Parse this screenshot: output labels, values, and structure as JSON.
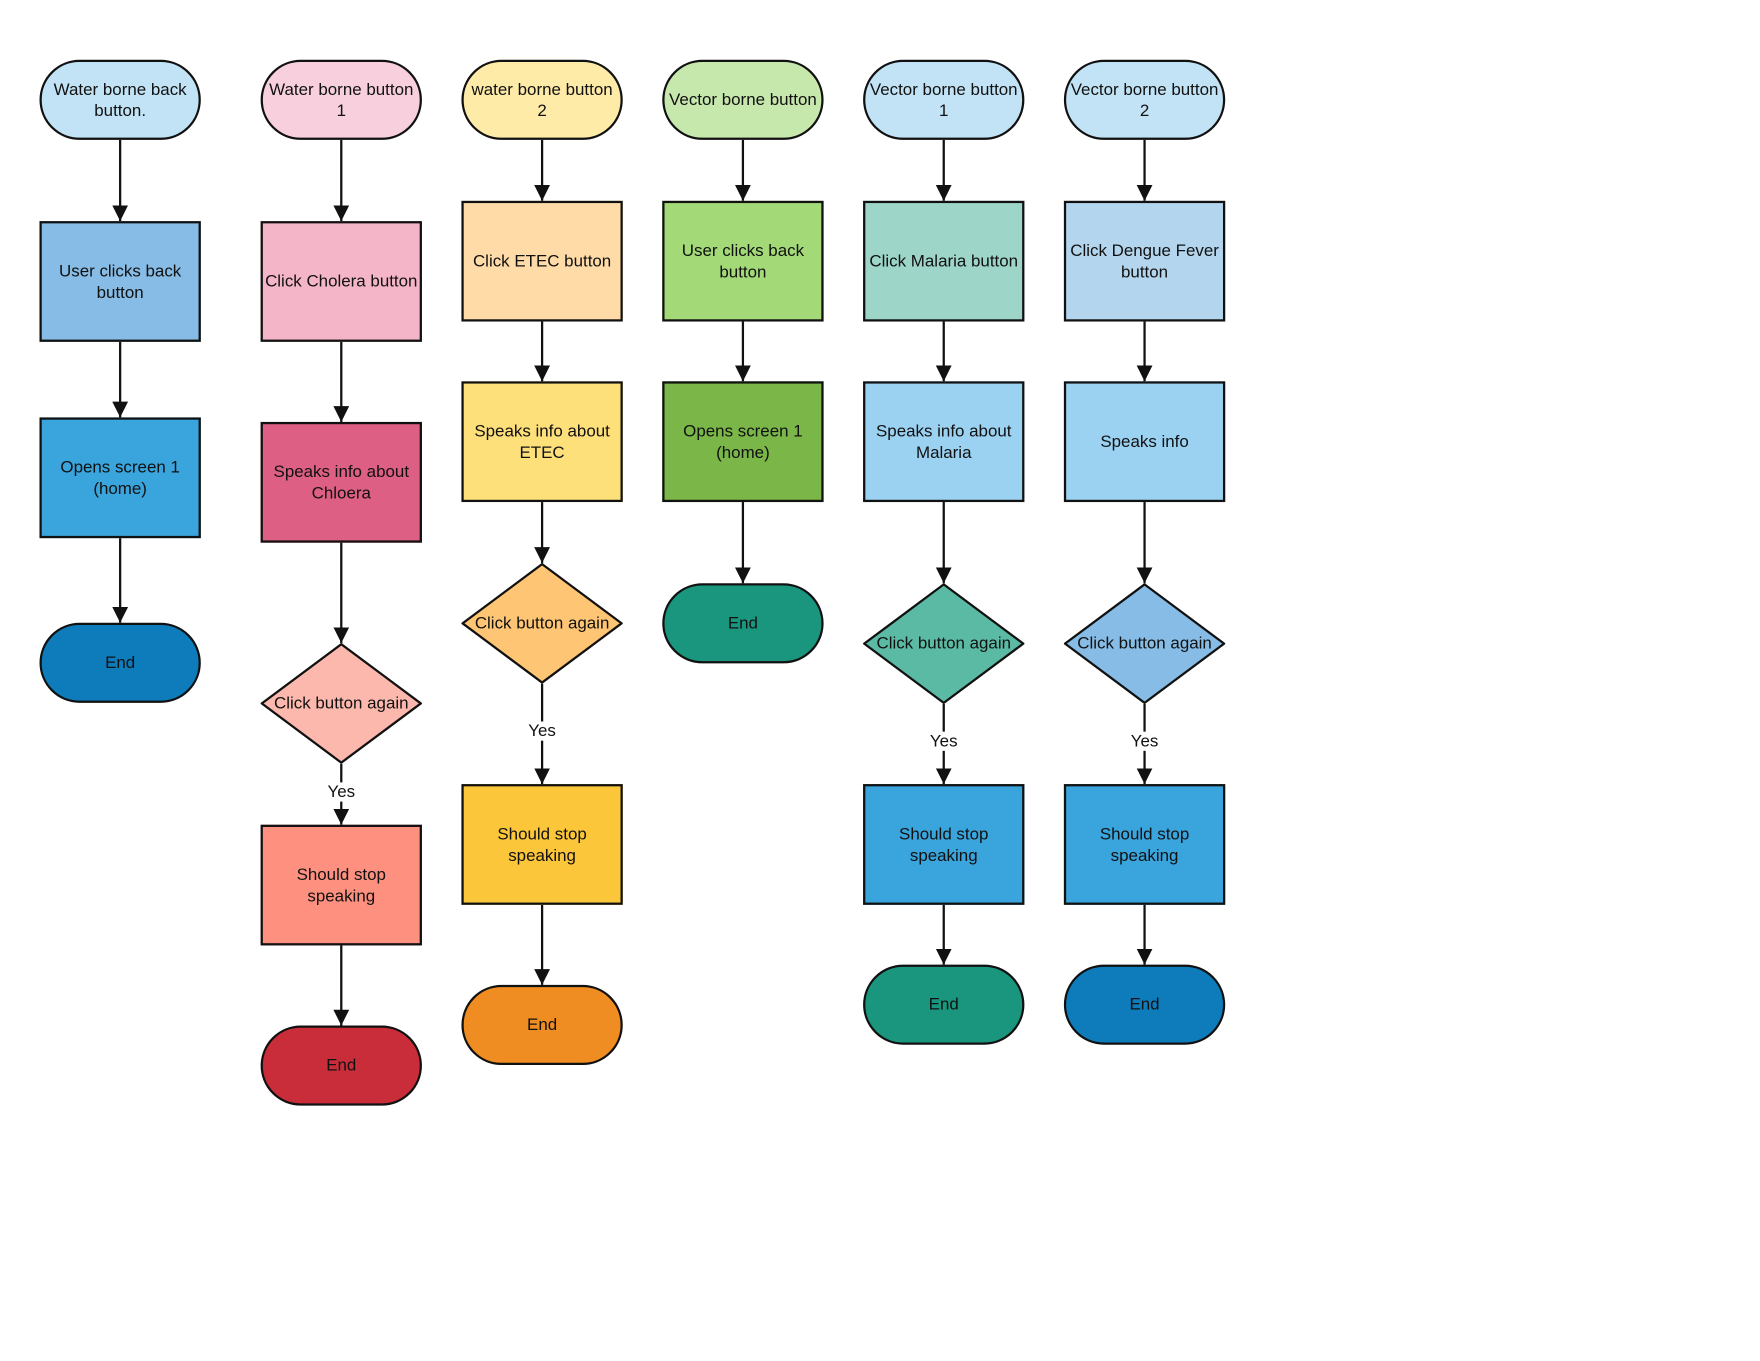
{
  "columns": [
    {
      "nodes": [
        {
          "type": "pill",
          "label": "Water borne back button.",
          "fill": "#c2e3f5"
        },
        {
          "type": "rect",
          "label": "User clicks back button",
          "fill": "#86bce5"
        },
        {
          "type": "rect",
          "label": "Opens screen 1 (home)",
          "fill": "#3aa4dc"
        },
        {
          "type": "pill",
          "label": "End",
          "fill": "#0e7bbb"
        }
      ]
    },
    {
      "nodes": [
        {
          "type": "pill",
          "label": "Water borne button 1",
          "fill": "#f8d0dd"
        },
        {
          "type": "rect",
          "label": "Click Cholera button",
          "fill": "#f4b5c8"
        },
        {
          "type": "rect",
          "label": "Speaks info about Chloera",
          "fill": "#dd5f84"
        },
        {
          "type": "diamond",
          "label": "Click button again",
          "fill": "#fdb8ae",
          "edge_label": "Yes"
        },
        {
          "type": "rect",
          "label": "Should stop speaking",
          "fill": "#fe907f"
        },
        {
          "type": "pill",
          "label": "End",
          "fill": "#c92d39"
        }
      ]
    },
    {
      "nodes": [
        {
          "type": "pill",
          "label": "water borne button 2",
          "fill": "#feeba7"
        },
        {
          "type": "rect",
          "label": "Click ETEC button",
          "fill": "#fedba7"
        },
        {
          "type": "rect",
          "label": "Speaks info about ETEC",
          "fill": "#fee07b"
        },
        {
          "type": "diamond",
          "label": "Click button again",
          "fill": "#fec574",
          "edge_label": "Yes"
        },
        {
          "type": "rect",
          "label": "Should stop speaking",
          "fill": "#fcc63a"
        },
        {
          "type": "pill",
          "label": "End",
          "fill": "#ef8d22"
        }
      ]
    },
    {
      "nodes": [
        {
          "type": "pill",
          "label": "Vector borne button",
          "fill": "#c7e8ad"
        },
        {
          "type": "rect",
          "label": "User clicks back button",
          "fill": "#a3d977"
        },
        {
          "type": "rect",
          "label": "Opens screen 1 (home)",
          "fill": "#7ab648"
        },
        {
          "type": "pill",
          "label": "End",
          "fill": "#19967d"
        }
      ]
    },
    {
      "nodes": [
        {
          "type": "pill",
          "label": "Vector borne button 1",
          "fill": "#c2e3f5"
        },
        {
          "type": "rect",
          "label": "Click Malaria button",
          "fill": "#9dd5c8"
        },
        {
          "type": "rect",
          "label": "Speaks info about Malaria",
          "fill": "#9bd2f2"
        },
        {
          "type": "diamond",
          "label": "Click button again",
          "fill": "#5bbaa4",
          "edge_label": "Yes"
        },
        {
          "type": "rect",
          "label": "Should stop speaking",
          "fill": "#3aa4dc"
        },
        {
          "type": "pill",
          "label": "End",
          "fill": "#19967d"
        }
      ]
    },
    {
      "nodes": [
        {
          "type": "pill",
          "label": "Vector borne button 2",
          "fill": "#c2e3f5"
        },
        {
          "type": "rect",
          "label": "Click Dengue Fever button",
          "fill": "#b3d5ee"
        },
        {
          "type": "rect",
          "label": "Speaks info",
          "fill": "#9bd2f2"
        },
        {
          "type": "diamond",
          "label": "Click button again",
          "fill": "#86bce5",
          "edge_label": "Yes"
        },
        {
          "type": "rect",
          "label": "Should stop speaking",
          "fill": "#3aa4dc"
        },
        {
          "type": "pill",
          "label": "End",
          "fill": "#0e7bbb"
        }
      ]
    }
  ]
}
